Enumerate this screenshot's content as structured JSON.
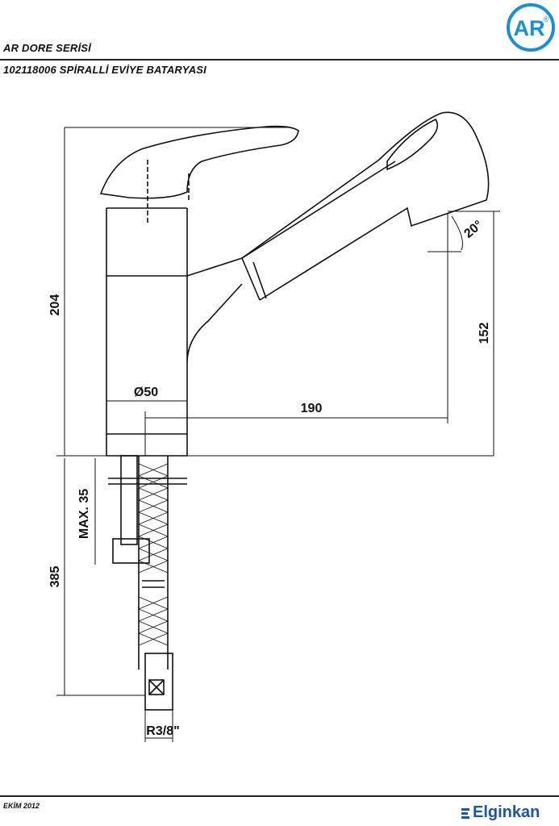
{
  "header": {
    "series": "AR DORE SERİSİ",
    "product": "102118006 SPİRALLİ EVİYE BATARYASI"
  },
  "logo": {
    "text": "AR",
    "mark": "®",
    "color": "#1b8fd6"
  },
  "dimensions": {
    "total_height": "204",
    "spout_height": "152",
    "reach": "190",
    "body_diameter": "Ø50",
    "spray_angle": "20°",
    "max_thickness": "MAX. 35",
    "hose_length": "385",
    "thread": "R3/8\""
  },
  "footer": {
    "date": "EKİM 2012",
    "brand": "Elginkan",
    "brand_color": "#1b57a6"
  }
}
